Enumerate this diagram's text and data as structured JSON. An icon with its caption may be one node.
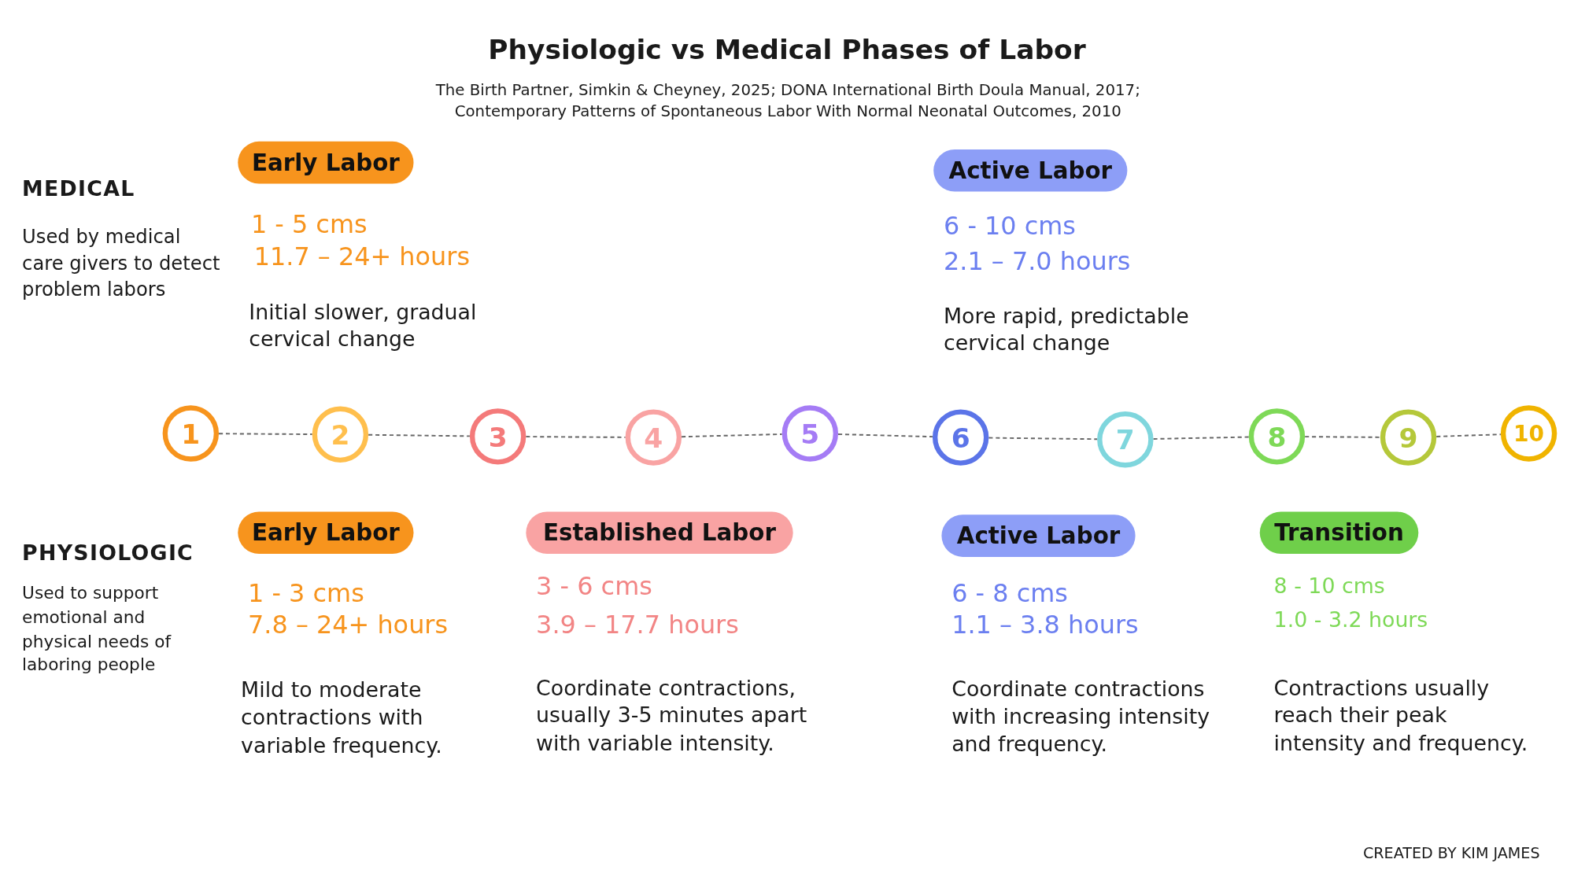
{
  "diagram": {
    "title": "Physiologic vs Medical Phases of Labor",
    "nodes": [
      {
        "text": [
          "Early Labor"
        ],
        "beside": [
          "1 - 5 cms",
          "11.7 – 24+ hours",
          "Initial slower, gradual cervical change"
        ]
      },
      {
        "text": [
          "Active Labor"
        ],
        "beside": [
          "6 - 10 cms",
          "2.1 – 7.0 hours",
          "More rapid, predictable cervical change"
        ]
      },
      {
        "text": [
          "1"
        ]
      },
      {
        "text": [
          "2"
        ]
      },
      {
        "text": [
          "3"
        ]
      },
      {
        "text": [
          "4"
        ]
      },
      {
        "text": [
          "5"
        ]
      },
      {
        "text": [
          "6"
        ]
      },
      {
        "text": [
          "7"
        ]
      },
      {
        "text": [
          "8"
        ]
      },
      {
        "text": [
          "9"
        ]
      },
      {
        "text": [
          "10"
        ]
      },
      {
        "text": [
          "Early Labor"
        ],
        "beside": [
          "1 - 3 cms",
          "7.8 – 24+ hours",
          "Mild to moderate contractions with variable frequency."
        ]
      },
      {
        "text": [
          "Established Labor"
        ],
        "beside": [
          "3 - 6 cms",
          "3.9 – 17.7 hours",
          "Coordinate contractions, usually 3-5 minutes apart with variable intensity."
        ]
      },
      {
        "text": [
          "Active Labor"
        ],
        "beside": [
          "6 - 8 cms",
          "1.1 – 3.8 hours",
          "Coordinate contractions with increasing intensity and frequency."
        ]
      },
      {
        "text": [
          "Transition"
        ],
        "beside": [
          "8 - 10 cms",
          "1.0 - 3.2 hours",
          "Contractions usually reach their peak intensity and frequency."
        ]
      }
    ],
    "edges": [
      {
        "from": 2,
        "to": 3,
        "arrow": "none",
        "style": "dashed"
      },
      {
        "from": 3,
        "to": 4,
        "arrow": "none",
        "style": "dashed"
      },
      {
        "from": 4,
        "to": 5,
        "arrow": "none",
        "style": "dashed"
      },
      {
        "from": 5,
        "to": 6,
        "arrow": "none",
        "style": "dashed"
      },
      {
        "from": 6,
        "to": 7,
        "arrow": "none",
        "style": "dashed"
      },
      {
        "from": 7,
        "to": 8,
        "arrow": "none",
        "style": "dashed"
      },
      {
        "from": 8,
        "to": 9,
        "arrow": "none",
        "style": "dashed"
      },
      {
        "from": 9,
        "to": 10,
        "arrow": "none",
        "style": "dashed"
      },
      {
        "from": 10,
        "to": 11,
        "arrow": "none",
        "style": "dashed"
      }
    ],
    "labels": [
      "The Birth Partner, Simkin & Cheyney, 2025; DONA International Birth Doula Manual, 2017; Contemporary Patterns of Spontaneous Labor With Normal Neonatal Outcomes, 2010",
      "MEDICAL",
      "Used by medical care givers to detect problem labors",
      "PHYSIOLOGIC",
      "Used to support emotional and physical needs of laboring people",
      "CREATED BY KIM JAMES"
    ]
  }
}
